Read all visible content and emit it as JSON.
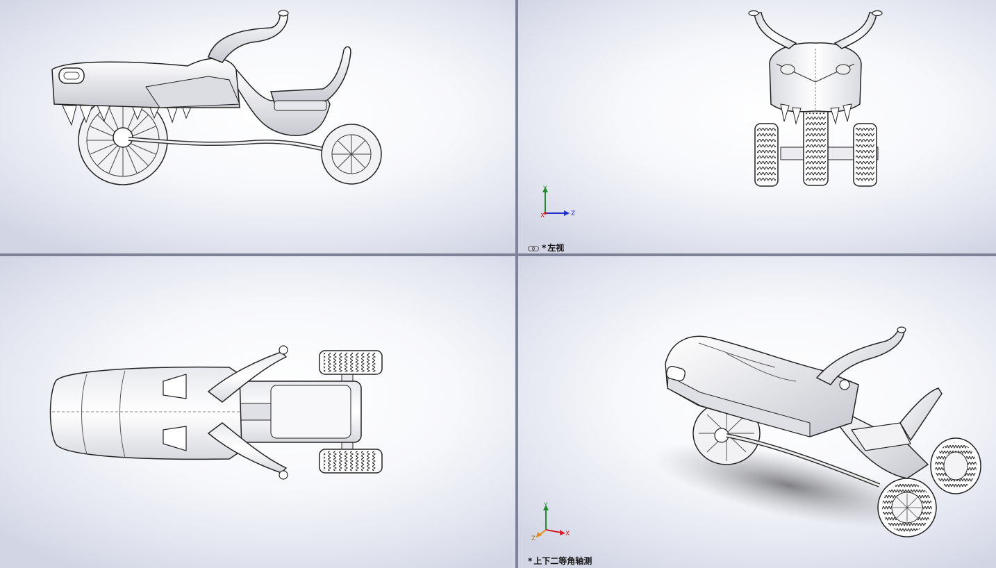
{
  "viewports": [
    {
      "id": "front",
      "label": ""
    },
    {
      "id": "left",
      "label_prefix": "*",
      "label": "左视",
      "triad": {
        "x": "X",
        "y": "Y",
        "z": "Z"
      }
    },
    {
      "id": "top",
      "label": ""
    },
    {
      "id": "dimetric",
      "label_prefix": "*",
      "label": "上下二等角轴测",
      "triad": {
        "x": "X",
        "y": "Y",
        "z": "Z"
      }
    }
  ],
  "colors": {
    "divider": "#7d8296",
    "axis_x": "#d0202a",
    "axis_y": "#1f8a2a",
    "axis_z": "#2230c8",
    "model_fill": "#f4f4f6",
    "model_stroke": "#222222"
  },
  "icons": [
    "link-icon"
  ]
}
